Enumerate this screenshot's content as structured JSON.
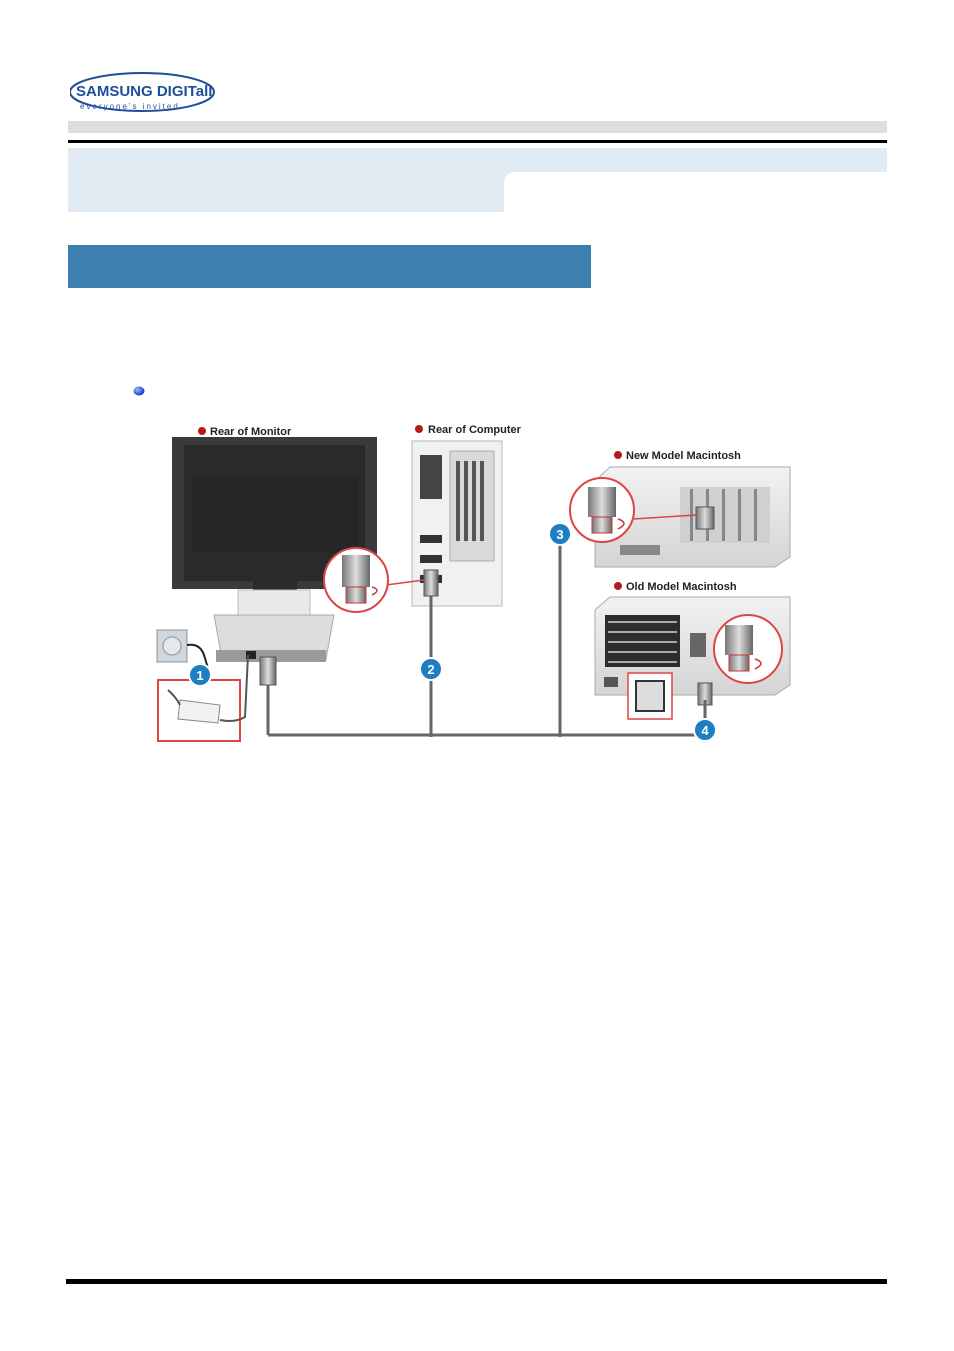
{
  "brand": {
    "logo_text": "SAMSUNG DIGITall",
    "tagline": "everyone's invited",
    "colors": {
      "brand_blue": "#1f4f9c",
      "section_bar": "#3d7fae",
      "header_band": "#e2ebf3"
    }
  },
  "diagram": {
    "labels": {
      "rear_monitor": "Rear of Monitor",
      "rear_computer": "Rear of Computer",
      "new_mac": "New Model Macintosh",
      "old_mac": "Old Model Macintosh"
    },
    "steps": [
      "1",
      "2",
      "3",
      "4"
    ]
  }
}
